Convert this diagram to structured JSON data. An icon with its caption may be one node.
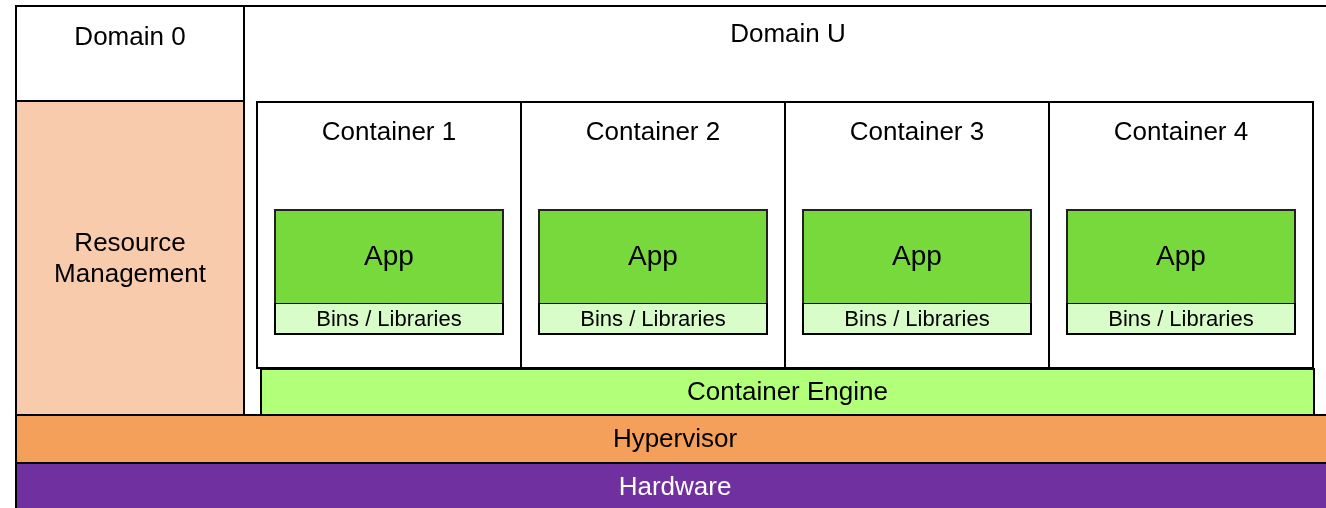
{
  "diagram": {
    "nodes": [
      {
        "text": [
          "Domain 0"
        ]
      },
      {
        "text": [
          "Domain U"
        ]
      },
      {
        "text": [
          "Resource Management"
        ]
      },
      {
        "text": [
          "Container 1"
        ],
        "in": 1
      },
      {
        "text": [
          "App"
        ],
        "in": 3
      },
      {
        "text": [
          "Bins / Libraries"
        ],
        "in": 4
      },
      {
        "text": [
          "Container 2"
        ],
        "in": 1
      },
      {
        "text": [
          "App"
        ],
        "in": 6
      },
      {
        "text": [
          "Bins / Libraries"
        ],
        "in": 7
      },
      {
        "text": [
          "Container 3"
        ],
        "in": 1
      },
      {
        "text": [
          "App"
        ],
        "in": 9
      },
      {
        "text": [
          "Bins / Libraries"
        ],
        "in": 10
      },
      {
        "text": [
          "Container 4"
        ],
        "in": 1
      },
      {
        "text": [
          "App"
        ],
        "in": 12
      },
      {
        "text": [
          "Bins / Libraries"
        ],
        "in": 13
      },
      {
        "text": [
          "Container Engine"
        ],
        "in": 1
      },
      {
        "text": [
          "Hypervisor"
        ]
      },
      {
        "text": [
          "Hardware"
        ]
      }
    ]
  }
}
